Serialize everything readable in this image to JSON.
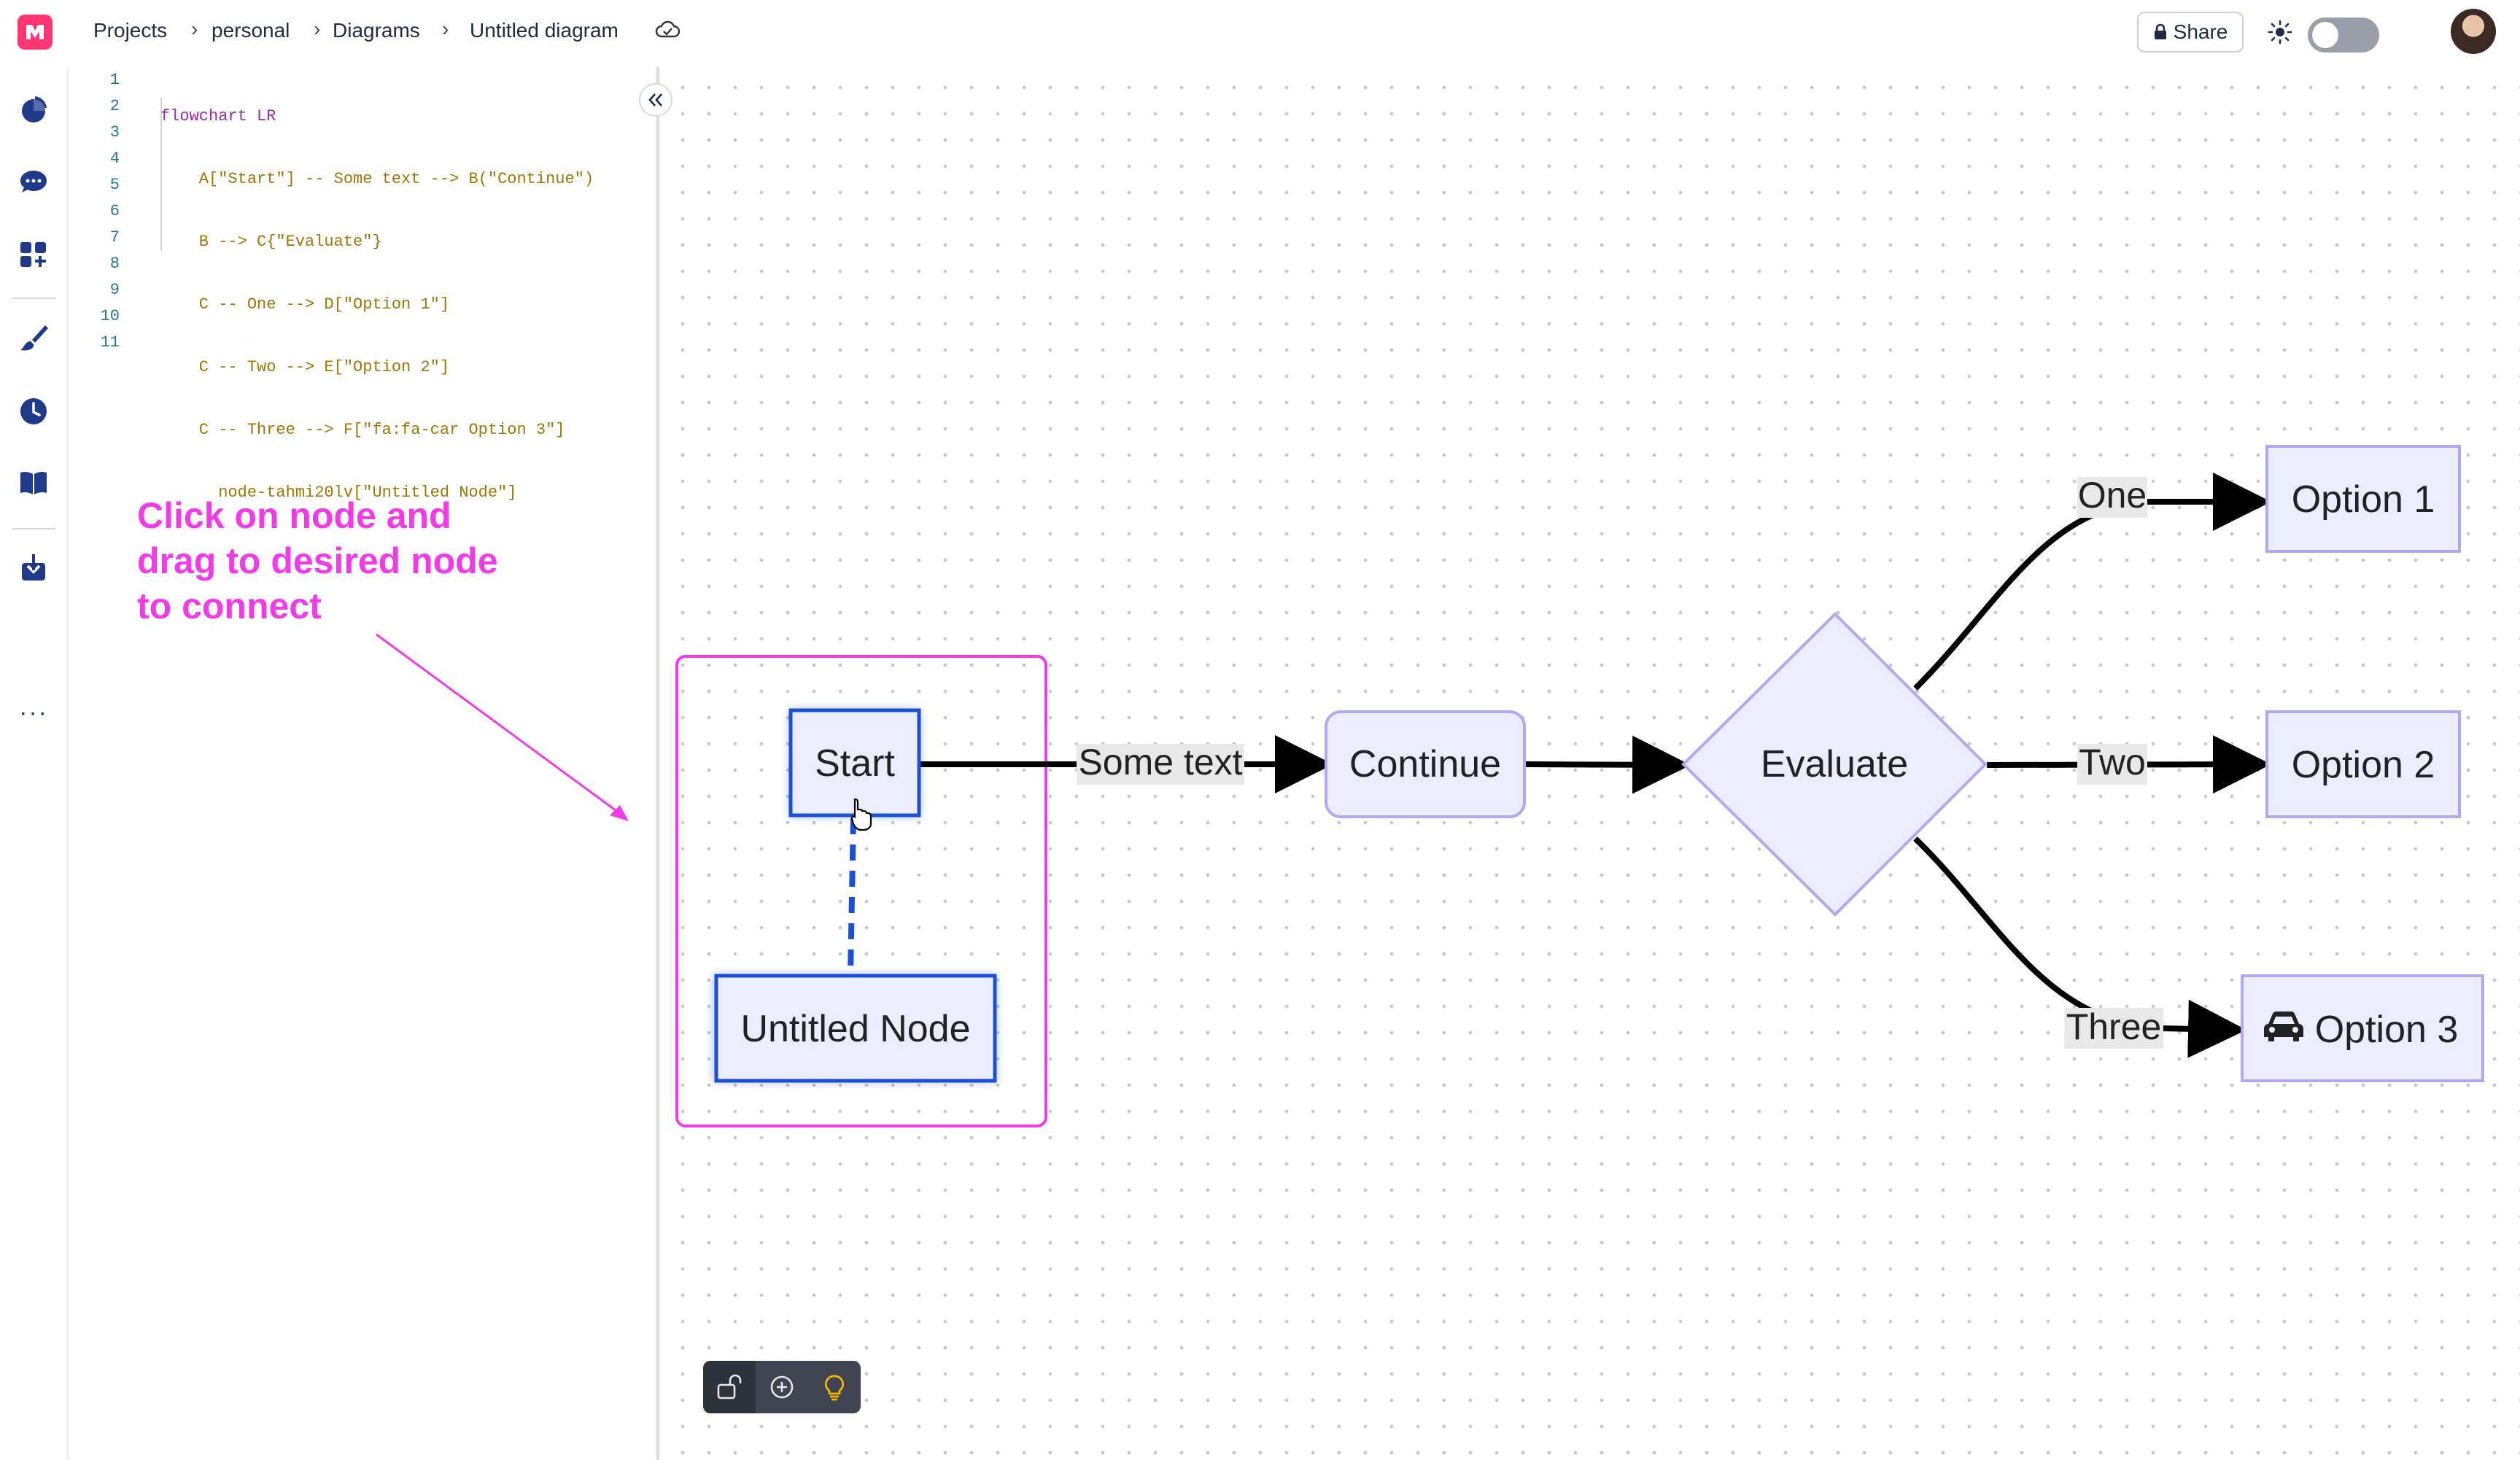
{
  "breadcrumb": {
    "projects": "Projects",
    "personal": "personal",
    "diagrams": "Diagrams",
    "current": "Untitled diagram"
  },
  "header": {
    "share_label": "Share",
    "icons": [
      "logo-icon",
      "cloud-sync-icon",
      "lock-icon",
      "sun-icon",
      "moon-icon"
    ]
  },
  "sidebar": {
    "items": [
      "pie-chart-icon",
      "chat-icon",
      "add-widget-icon",
      "brush-icon",
      "history-icon",
      "book-icon",
      "download-icon",
      "more-icon"
    ],
    "more_label": "···"
  },
  "editor": {
    "line_numbers": [
      "1",
      "2",
      "3",
      "4",
      "5",
      "6",
      "7",
      "8",
      "9",
      "10",
      "11"
    ],
    "lines": [
      "flowchart LR",
      "    A[\"Start\"] -- Some text --> B(\"Continue\")",
      "    B --> C{\"Evaluate\"}",
      "    C -- One --> D[\"Option 1\"]",
      "    C -- Two --> E[\"Option 2\"]",
      "    C -- Three --> F[\"fa:fa-car Option 3\"]",
      "      node-tahmi20lv[\"Untitled Node\"]",
      "",
      "",
      "",
      ""
    ]
  },
  "annotation": {
    "text_line1": "Click on node and",
    "text_line2": "drag to desired node",
    "text_line3": "to connect",
    "color": "#f13ae8"
  },
  "diagram": {
    "nodes": {
      "start": "Start",
      "continue": "Continue",
      "evaluate": "Evaluate",
      "option1": "Option 1",
      "option2": "Option 2",
      "option3": "Option 3",
      "untitled": "Untitled Node"
    },
    "edges": {
      "some_text": "Some text",
      "one": "One",
      "two": "Two",
      "three": "Three"
    },
    "colors": {
      "node_fill": "#ececff",
      "node_stroke": "#9370db",
      "selected_stroke": "#1d4ed8",
      "selection_group": "#f13ae8"
    }
  },
  "toolbar": {
    "icons": [
      "unlock-icon",
      "zoom-fit-icon",
      "lightbulb-icon"
    ]
  }
}
